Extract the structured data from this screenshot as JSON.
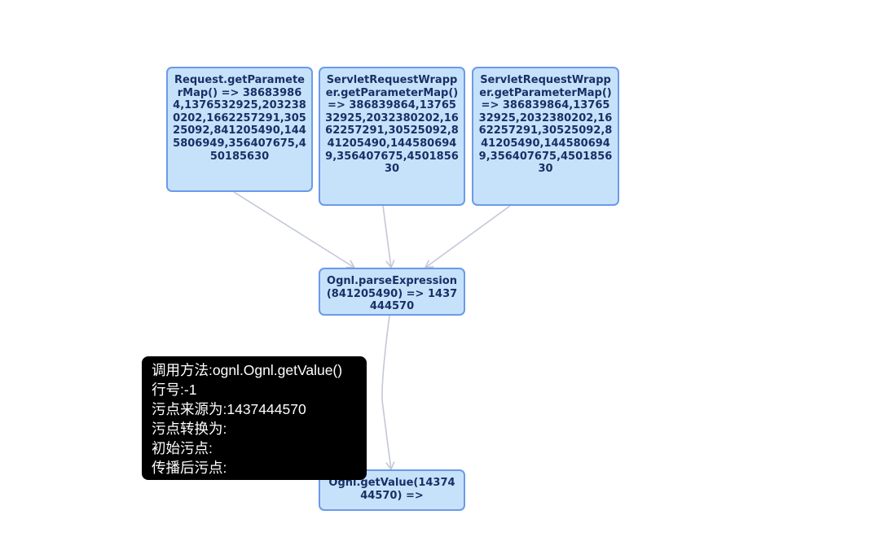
{
  "nodes": {
    "request_get_parameter_map": "Request.getParameterMap() => 386839864,1376532925,2032380202,1662257291,30525092,841205490,1445806949,356407675,450185630",
    "wrapper_get_parameter_map_1": "ServletRequestWrapper.getParameterMap() => 386839864,1376532925,2032380202,1662257291,30525092,841205490,1445806949,356407675,450185630",
    "wrapper_get_parameter_map_2": "ServletRequestWrapper.getParameterMap() => 386839864,1376532925,2032380202,1662257291,30525092,841205490,1445806949,356407675,450185630",
    "ognl_parse_expression": "Ognl.parseExpression(841205490) => 1437444570",
    "ognl_get_value": "Ognl.getValue(1437444570) =>"
  },
  "tooltip": {
    "call_method": "调用方法:ognl.Ognl.getValue()",
    "line_number": "行号:-1",
    "taint_source": "污点来源为:1437444570",
    "taint_converted": "污点转换为:",
    "initial_taint": "初始污点:",
    "propagated_taint": "传播后污点:"
  },
  "colors": {
    "node_fill": "#c6e2fb",
    "node_border": "#6b9ae8",
    "node_text": "#1a2f66",
    "edge": "#c3c8d8",
    "tooltip_bg": "#000000",
    "tooltip_text": "#ffffff"
  }
}
